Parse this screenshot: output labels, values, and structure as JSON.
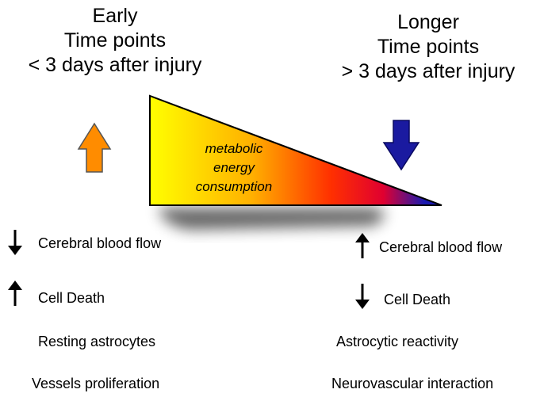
{
  "early": {
    "heading": [
      "Early",
      "Time points",
      "< 3 days after injury"
    ],
    "arrow_color": "#ff8c00",
    "items": [
      {
        "arrow": "down",
        "label": "Cerebral blood flow"
      },
      {
        "arrow": "up",
        "label": "Cell Death"
      },
      {
        "arrow": "",
        "label": "Resting astrocytes"
      },
      {
        "arrow": "",
        "label": "Vessels proliferation"
      }
    ]
  },
  "later": {
    "heading": [
      "Longer",
      "Time points",
      "> 3 days after injury"
    ],
    "arrow_color": "#1a1aa0",
    "items": [
      {
        "arrow": "up",
        "label": "Cerebral blood flow"
      },
      {
        "arrow": "down",
        "label": "Cell Death"
      },
      {
        "arrow": "",
        "label": "Astrocytic reactivity"
      },
      {
        "arrow": "",
        "label": "Neurovascular interaction"
      }
    ]
  },
  "triangle": {
    "label": [
      "metabolic",
      "energy",
      "consumption"
    ],
    "gradient": [
      "#ffff00",
      "#ffb000",
      "#ff3000",
      "#e00030",
      "#1a1ab0"
    ]
  }
}
